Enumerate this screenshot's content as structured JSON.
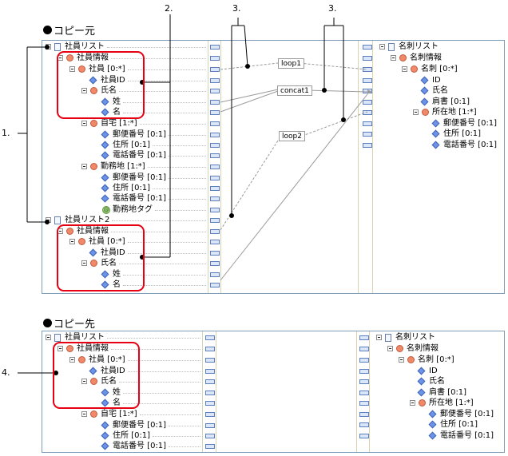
{
  "source_title": "コピー元",
  "dest_title": "コピー先",
  "annotations": {
    "a1": "1.",
    "a2": "2.",
    "a3a": "3.",
    "a3b": "3.",
    "a4": "4."
  },
  "nodes": {
    "loop1": "loop1",
    "concat1": "concat1",
    "loop2": "loop2"
  },
  "tree_rows": {
    "src_list": "社員リスト",
    "src_info": "社員情報",
    "src_emp": "社員 [0:*]",
    "src_empid": "社員ID",
    "src_name": "氏名",
    "src_sei": "姓",
    "src_mei": "名",
    "src_home": "自宅 [1:*]",
    "src_home_zip": "郵便番号 [0:1]",
    "src_home_addr": "住所 [0:1]",
    "src_home_tel": "電話番号 [0:1]",
    "src_work": "勤務地 [1:*]",
    "src_work_zip": "郵便番号 [0:1]",
    "src_work_addr": "住所 [0:1]",
    "src_work_tel": "電話番号 [0:1]",
    "src_work_tag": "勤務地タグ",
    "src2_list": "社員リスト2",
    "src2_info": "社員情報",
    "src2_emp": "社員 [0:*]",
    "src2_empid": "社員ID",
    "src2_name": "氏名",
    "src2_sei": "姓",
    "src2_mei": "名",
    "tgt_list": "名刺リスト",
    "tgt_info": "名刺情報",
    "tgt_card": "名刺 [0:*]",
    "tgt_id": "ID",
    "tgt_name": "氏名",
    "tgt_title": "肩書 [0:1]",
    "tgt_loc": "所在地 [1:*]",
    "tgt_zip": "郵便番号 [0:1]",
    "tgt_addr": "住所 [0:1]",
    "tgt_tel": "電話番号 [0:1]",
    "dst_list": "社員リスト",
    "dst_info": "社員情報",
    "dst_emp": "社員 [0:*]",
    "dst_empid": "社員ID",
    "dst_name": "氏名",
    "dst_sei": "姓",
    "dst_mei": "名",
    "dst_home": "自宅 [1:*]",
    "dst_home_zip": "郵便番号 [0:1]",
    "dst_home_addr": "住所 [0:1]",
    "dst_home_tel": "電話番号 [0:1]",
    "dtg_list": "名刺リスト",
    "dtg_info": "名刺情報",
    "dtg_card": "名刺 [0:*]",
    "dtg_id": "ID",
    "dtg_name": "氏名",
    "dtg_title": "肩書 [0:1]",
    "dtg_loc": "所在地 [1:*]",
    "dtg_zip": "郵便番号 [0:1]",
    "dtg_addr": "住所 [0:1]",
    "dtg_tel": "電話番号 [0:1]"
  }
}
